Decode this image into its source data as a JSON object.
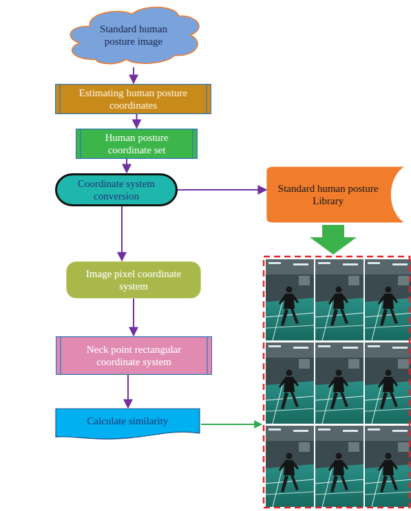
{
  "diagram": {
    "nodes": [
      {
        "text": [
          "Standard human posture image"
        ]
      },
      {
        "text": [
          "Estimating human posture coordinates"
        ]
      },
      {
        "text": [
          "Human posture coordinate set"
        ]
      },
      {
        "text": [
          "Coordinate system conversion"
        ]
      },
      {
        "text": [
          "Standard human posture Library"
        ]
      },
      {
        "text": [
          "Image pixel coordinate system"
        ]
      },
      {
        "text": [
          "Neck point rectangular coordinate system"
        ]
      },
      {
        "text": [
          "Calculate similarity"
        ]
      }
    ],
    "edges": [
      {
        "from": 0,
        "to": 1,
        "arrow": "to"
      },
      {
        "from": 1,
        "to": 2,
        "arrow": "to"
      },
      {
        "from": 2,
        "to": 3,
        "arrow": "to"
      },
      {
        "from": 3,
        "to": 4,
        "arrow": "to"
      },
      {
        "from": 3,
        "to": 5,
        "arrow": "to"
      },
      {
        "from": 5,
        "to": 6,
        "arrow": "to"
      },
      {
        "from": 6,
        "to": 7,
        "arrow": "to"
      }
    ]
  }
}
